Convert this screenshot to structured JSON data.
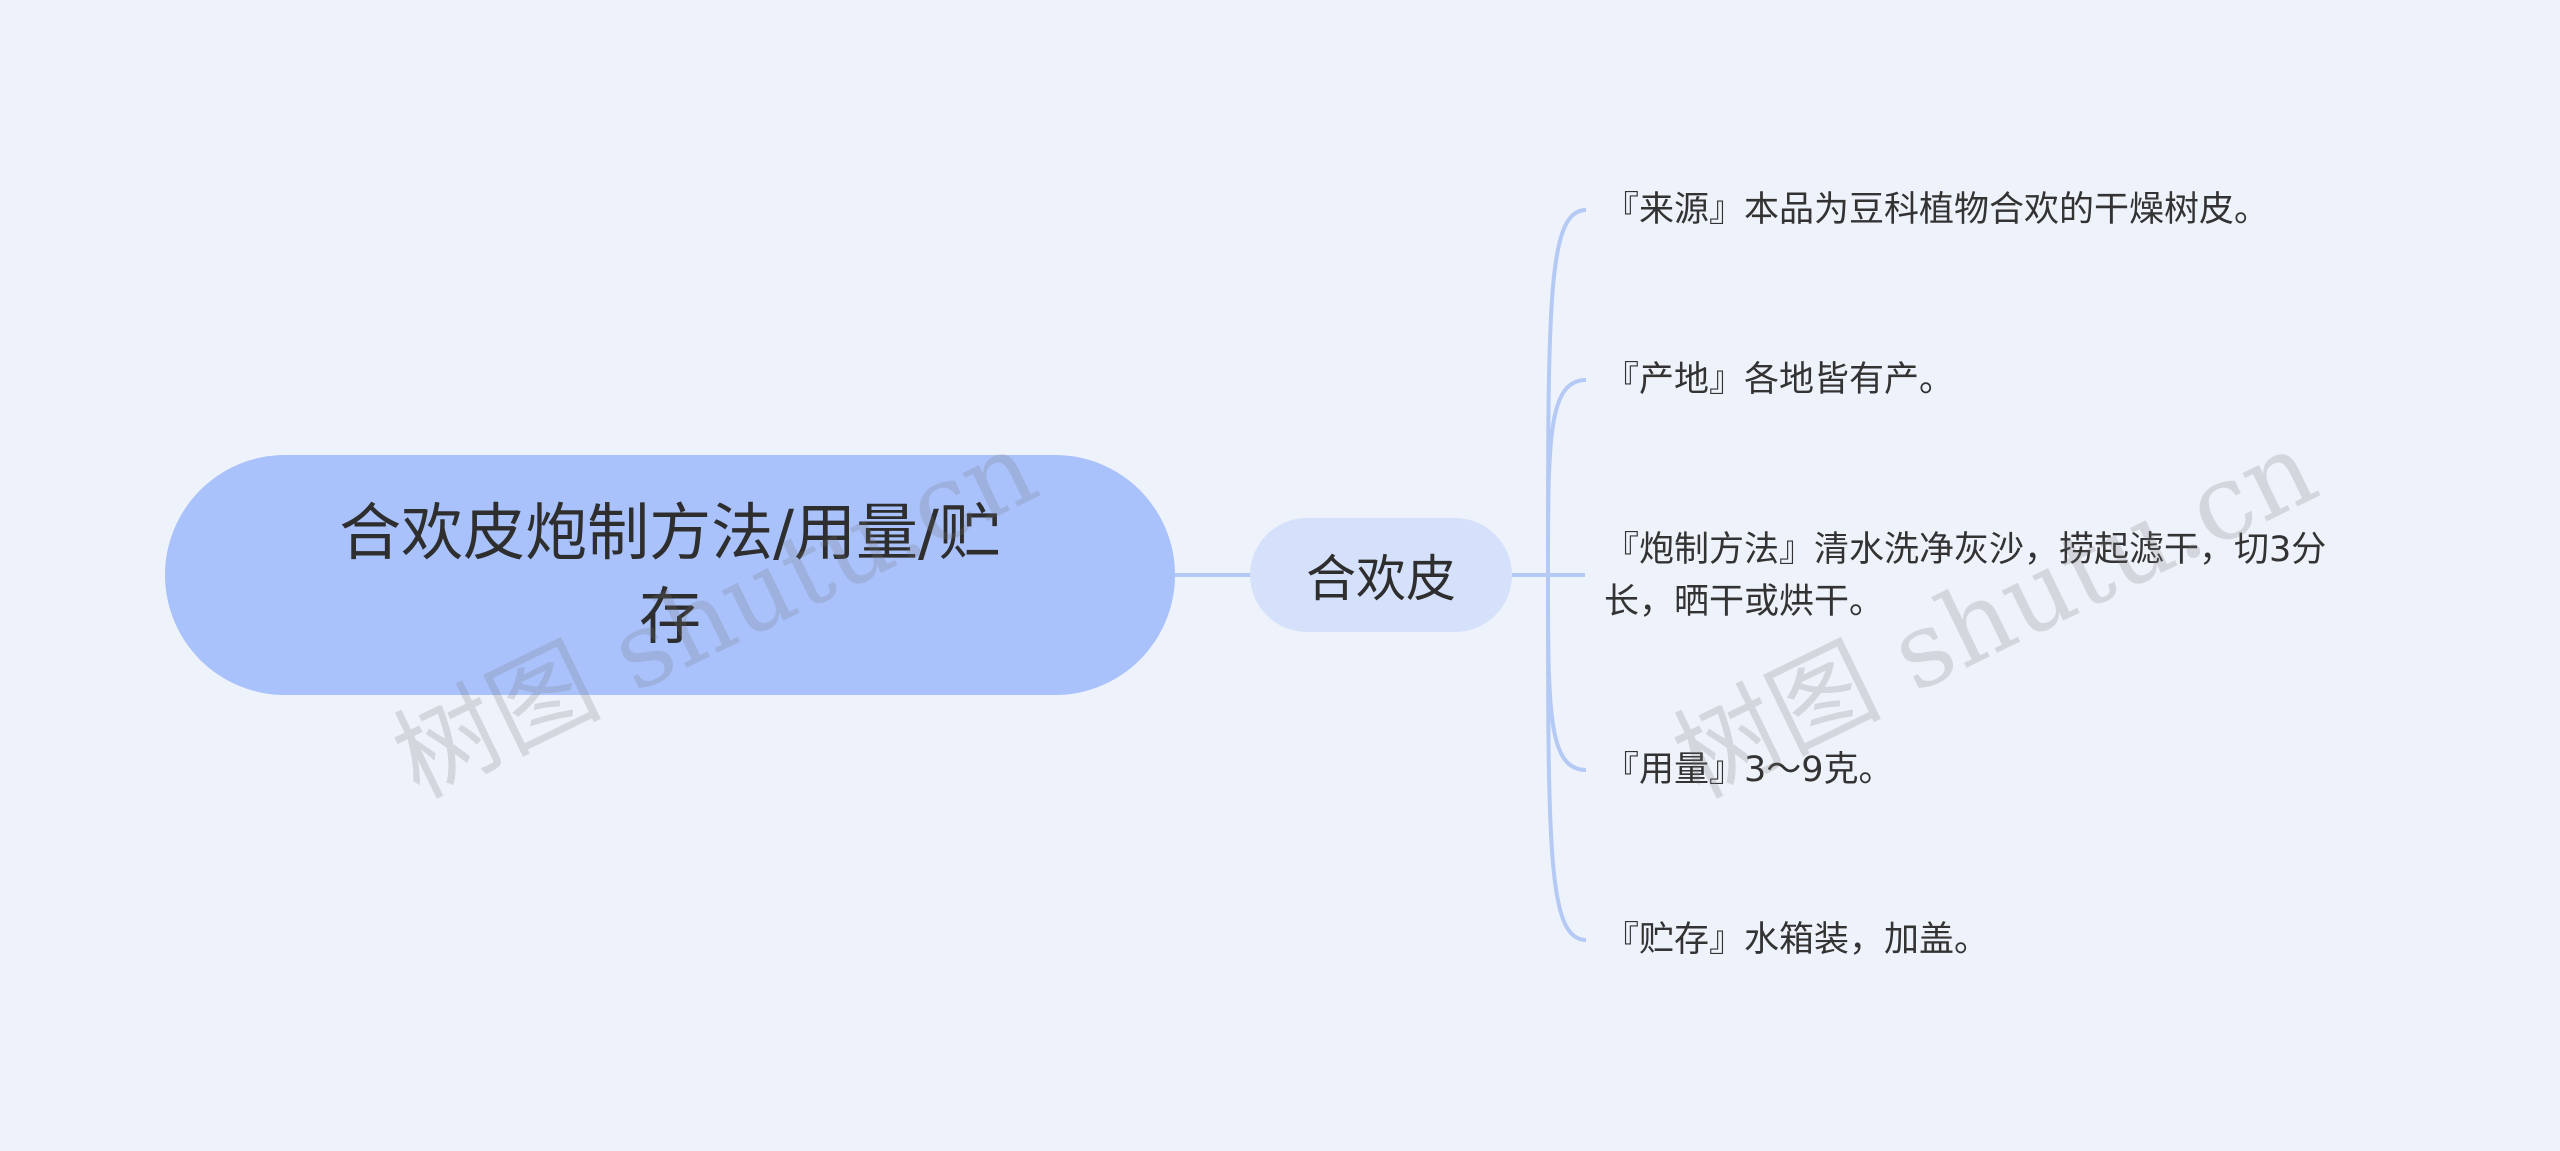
{
  "colors": {
    "background": "#eef2fa",
    "root_fill": "#a9c2fb",
    "sub_fill": "#d5e1fb",
    "connector": "#b4c9f4"
  },
  "root": {
    "label_line1": "合欢皮炮制方法/用量/贮",
    "label_line2": "存"
  },
  "sub": {
    "label": "合欢皮"
  },
  "leaves": [
    {
      "text": "『来源』本品为豆科植物合欢的干燥树皮。"
    },
    {
      "text": "『产地』各地皆有产。"
    },
    {
      "text": "『炮制方法』清水洗净灰沙，捞起滤干，切3分长，晒干或烘干。"
    },
    {
      "text": "『用量』3～9克。"
    },
    {
      "text": "『贮存』水箱装，加盖。"
    }
  ],
  "watermarks": [
    {
      "text": "树图 shutu.cn"
    },
    {
      "text": "树图 shutu.cn"
    }
  ]
}
